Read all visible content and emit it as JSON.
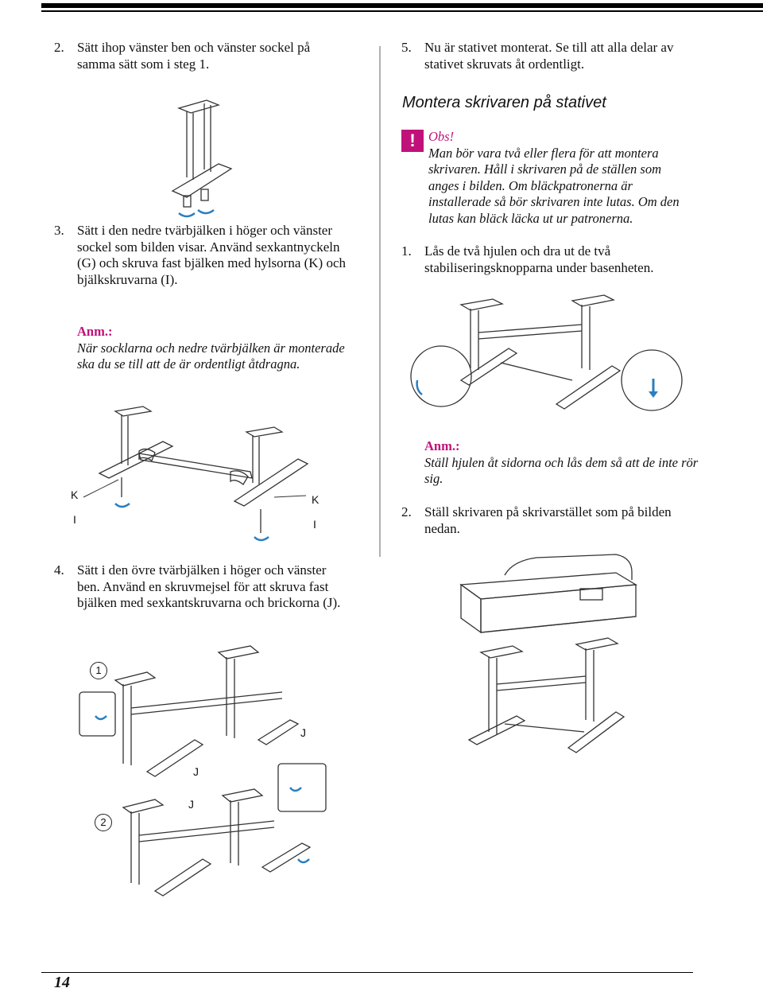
{
  "left": {
    "step2": {
      "num": "2.",
      "text": "Sätt ihop vänster ben och vänster sockel på samma sätt som i steg 1."
    },
    "step3": {
      "num": "3.",
      "text": "Sätt i den nedre tvärbjälken i höger och vänster sockel som bilden visar. Använd sexkantnyckeln (G) och skruva fast bjälken med hylsorna (K) och bjälkskruvarna (I)."
    },
    "note1": {
      "label": "Anm.:",
      "text": "När socklarna och nedre tvärbjälken är monterade ska du se till att de är ordentligt åtdragna."
    },
    "fig_lower_beam": {
      "label_k_left": "K",
      "label_i_left": "I",
      "label_k_right": "K",
      "label_i_right": "I"
    },
    "step4": {
      "num": "4.",
      "text": "Sätt i den övre tvärbjälken i höger och vänster ben. Använd en skruvmejsel för att skruva fast bjälken med sexkantskruvarna och brickorna (J)."
    },
    "fig_upper_beam": {
      "marker1": "1",
      "marker2": "2",
      "label_j1": "J",
      "label_j2": "J",
      "label_j3": "J"
    }
  },
  "right": {
    "step5": {
      "num": "5.",
      "text": "Nu är stativet monterat. Se till att alla delar av stativet skruvats åt ordentligt."
    },
    "heading": "Montera skrivaren på stativet",
    "obs": {
      "icon": "!",
      "label": "Obs!",
      "text": "Man bör vara två eller flera för att montera skrivaren. Håll i skrivaren på de ställen som anges i bilden. Om bläckpatronerna är installerade så bör skrivaren inte lutas. Om den lutas kan bläck läcka ut ur patronerna."
    },
    "step1": {
      "num": "1.",
      "text": "Lås de två hjulen och dra ut de två stabiliseringsknopparna under basenheten."
    },
    "note2": {
      "label": "Anm.:",
      "text": "Ställ hjulen åt sidorna och lås dem så att de inte rör sig."
    },
    "step2": {
      "num": "2.",
      "text": "Ställ skrivaren på skrivarstället som på bilden nedan."
    }
  },
  "footer": {
    "page_number": "14"
  },
  "colors": {
    "accent": "#c0117a",
    "arrow": "#2a7fc0"
  }
}
